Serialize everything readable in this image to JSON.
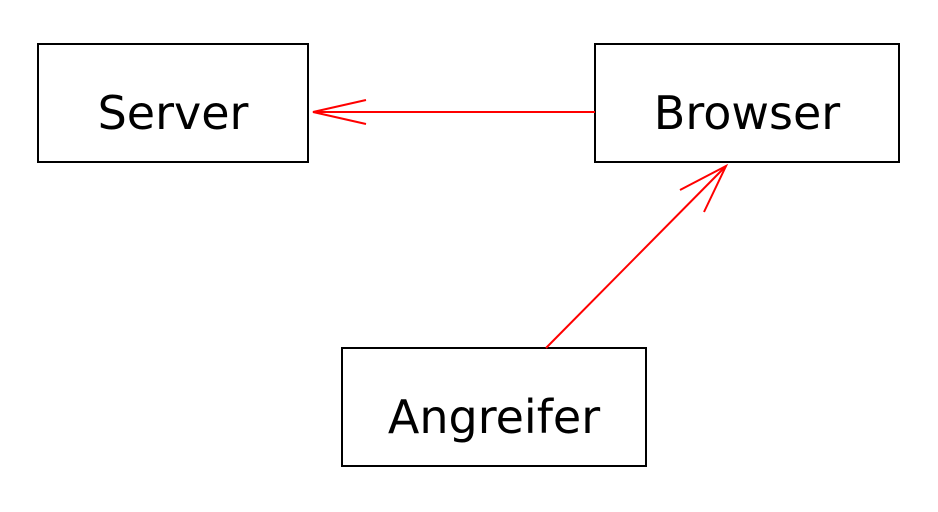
{
  "nodes": {
    "server": {
      "label": "Server"
    },
    "browser": {
      "label": "Browser"
    },
    "attacker": {
      "label": "Angreifer"
    }
  },
  "edges": [
    {
      "from": "Browser",
      "to": "Server"
    },
    {
      "from": "Angreifer",
      "to": "Browser"
    }
  ],
  "colors": {
    "edge": "#ff0000",
    "box": "#000000"
  }
}
